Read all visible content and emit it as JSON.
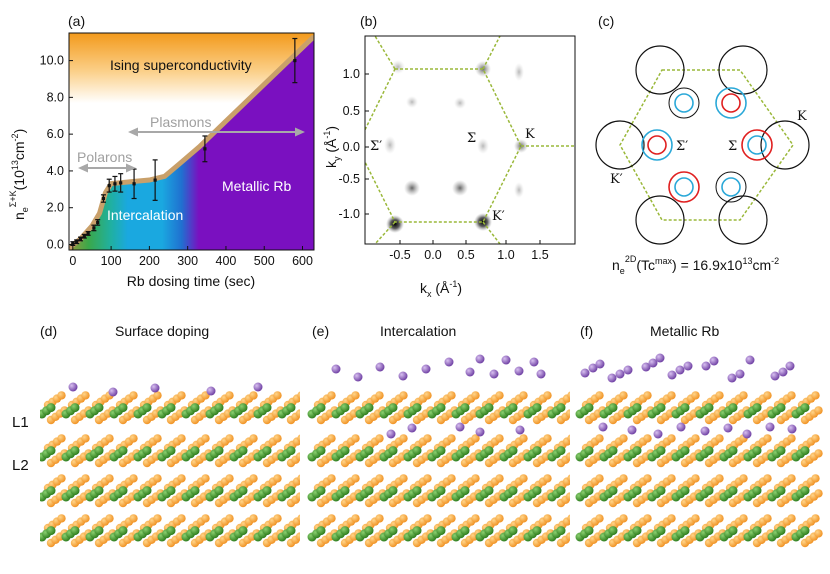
{
  "panel_a": {
    "label": "(a)",
    "xlabel": "Rb dosing time (sec)",
    "ylabel_main": "n",
    "ylabel_sub": "e",
    "ylabel_sup": "Σ+K",
    "ylabel_unit_a": "(10",
    "ylabel_unit_exp": "13",
    "ylabel_unit_b": "cm",
    "ylabel_unit_exp2": "-2",
    "ylabel_unit_c": ")",
    "regions": {
      "ising": "Ising superconductivity",
      "plasmons": "Plasmons",
      "polarons": "Polarons",
      "intercalation": "Intercalation",
      "metallic": "Metallic Rb"
    }
  },
  "panel_b": {
    "label": "(b)",
    "xlabel_main": "k",
    "xlabel_sub": "x",
    "xlabel_unit": " (Å",
    "xlabel_exp": "-1",
    "xlabel_close": ")",
    "ylabel_main": "k",
    "ylabel_sub": "y",
    "ylabel_unit": " (Å",
    "ylabel_exp": "-1",
    "ylabel_close": ")",
    "sigma_prime": "Σ′",
    "sigma": "Σ",
    "k": "K",
    "k_prime": "K′"
  },
  "panel_c": {
    "label": "(c)",
    "sigma_prime": "Σ′",
    "sigma": "Σ",
    "k": "K",
    "k_prime": "K′",
    "formula_main": "n",
    "formula_sub": "e",
    "formula_sup": "2D",
    "formula_paren": "(Tc",
    "formula_sup2": "max",
    "formula_rest": ") = 16.9x10",
    "formula_exp": "13",
    "formula_unit": "cm",
    "formula_unit_exp": "-2"
  },
  "bottom_panels": [
    {
      "label": "(d)",
      "title": "Surface doping"
    },
    {
      "label": "(e)",
      "title": "Intercalation"
    },
    {
      "label": "(f)",
      "title": "Metallic Rb"
    }
  ],
  "layer_labels": {
    "l1": "L1",
    "l2": "L2"
  },
  "colors": {
    "ising_top": "#f5a02a",
    "metallic": "#7a10c0",
    "intercalation_blue": "#1aa8e0",
    "polaron_green": "#3aa84a",
    "boundary_tan": "#c9a06a",
    "arrow_gray": "#a8a8a8",
    "bz_green": "#9ab83a",
    "sulfur_orange": "#f5a030",
    "metal_green": "#3a9a2a",
    "rb_purple": "#8a5ab8",
    "ring_red": "#e02020",
    "ring_blue": "#2aa8d8"
  },
  "chart_data": {
    "type": "scatter",
    "xlim": [
      -10,
      630
    ],
    "ylim": [
      -0.3,
      11.5
    ],
    "xticks": [
      0,
      100,
      200,
      300,
      400,
      500,
      600
    ],
    "yticks": [
      0.0,
      2.0,
      4.0,
      6.0,
      8.0,
      10.0
    ],
    "points": [
      {
        "x": 0,
        "y": 0.05,
        "err": 0.1
      },
      {
        "x": 10,
        "y": 0.15,
        "err": 0.1
      },
      {
        "x": 20,
        "y": 0.3,
        "err": 0.1
      },
      {
        "x": 30,
        "y": 0.45,
        "err": 0.1
      },
      {
        "x": 40,
        "y": 0.6,
        "err": 0.1
      },
      {
        "x": 55,
        "y": 0.9,
        "err": 0.15
      },
      {
        "x": 65,
        "y": 1.2,
        "err": 0.15
      },
      {
        "x": 80,
        "y": 2.5,
        "err": 0.2
      },
      {
        "x": 95,
        "y": 3.2,
        "err": 0.35
      },
      {
        "x": 110,
        "y": 3.3,
        "err": 0.4
      },
      {
        "x": 125,
        "y": 3.35,
        "err": 0.5
      },
      {
        "x": 160,
        "y": 3.3,
        "err": 0.8
      },
      {
        "x": 215,
        "y": 3.5,
        "err": 1.1
      },
      {
        "x": 345,
        "y": 5.2,
        "err": 0.7
      },
      {
        "x": 580,
        "y": 10.0,
        "err": 1.2
      }
    ]
  }
}
